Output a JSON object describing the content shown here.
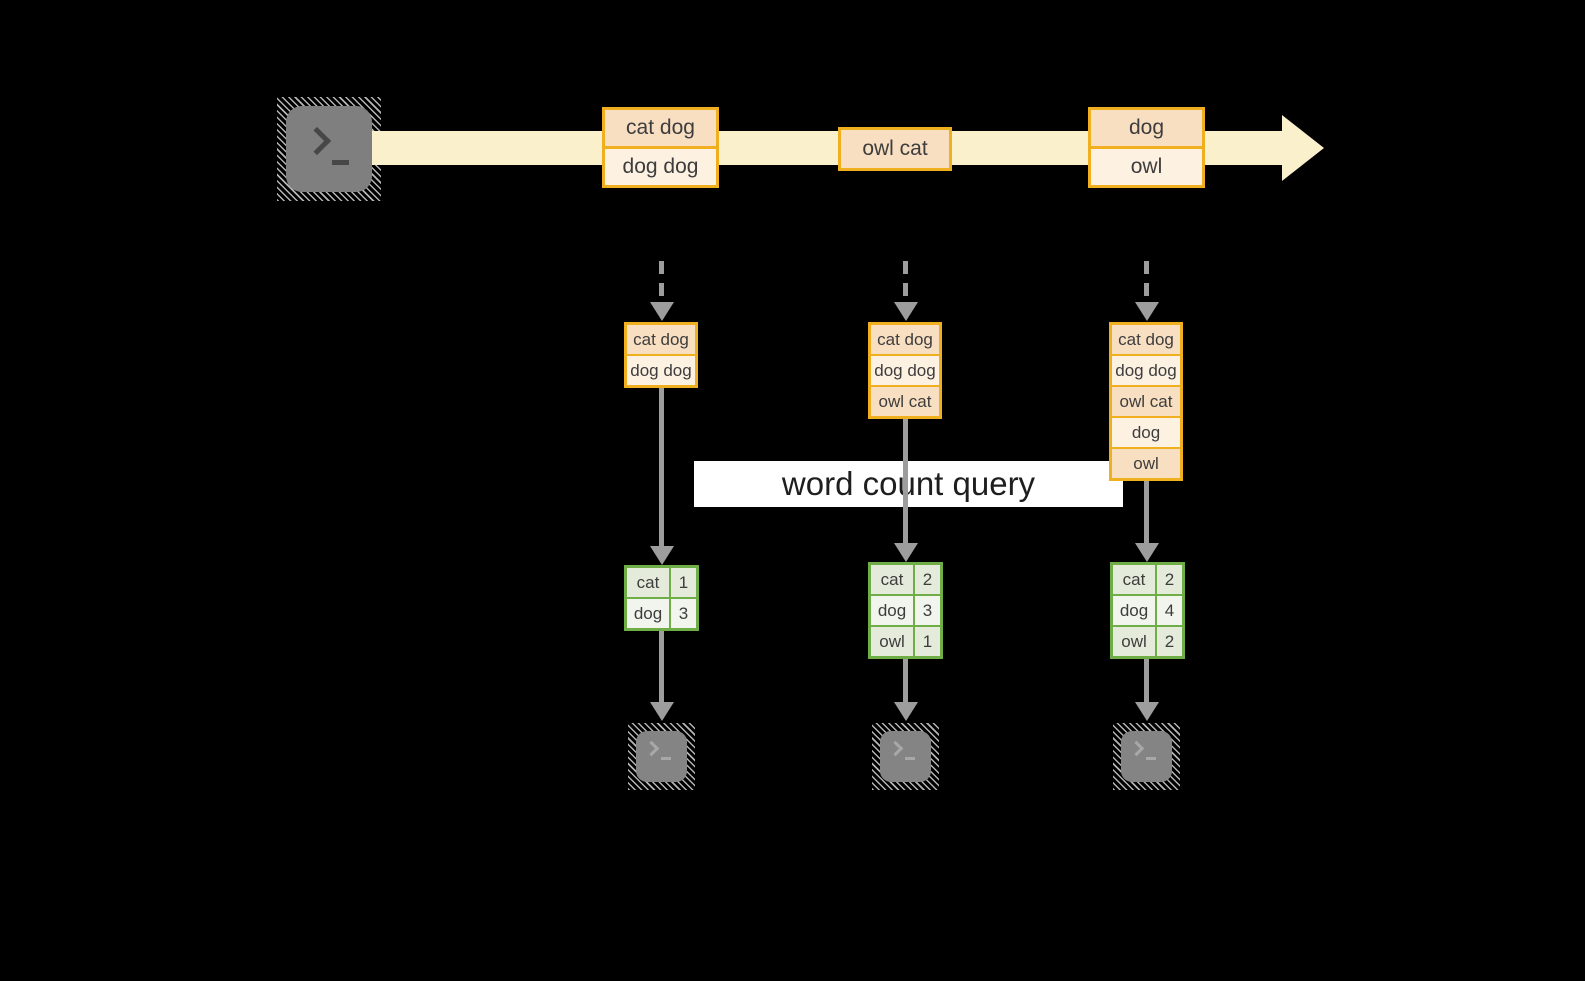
{
  "query_label": "word count query",
  "source": {
    "icon": "terminal-icon"
  },
  "sink": {
    "icon": "terminal-icon"
  },
  "colors": {
    "background": "#000000",
    "stream_band": "#faf0cc",
    "event_border": "#efaf1e",
    "event_fill_dark": "#f9dfc2",
    "event_fill_light": "#fdf1e2",
    "table_border": "#6fae46",
    "table_fill_dark": "#e4ebdb",
    "table_fill_light": "#f2f5ed",
    "arrow_gray": "#9d9d9d",
    "terminal_gray": "#7f7f7f",
    "query_band_bg": "#ffffff"
  },
  "timeline": {
    "events": [
      {
        "lines": [
          "cat dog",
          "dog dog"
        ]
      },
      {
        "lines": [
          "owl cat"
        ]
      },
      {
        "lines": [
          "dog",
          "owl"
        ]
      }
    ]
  },
  "columns": [
    {
      "state": [
        "cat dog",
        "dog dog"
      ],
      "counts": [
        {
          "word": "cat",
          "count": "1"
        },
        {
          "word": "dog",
          "count": "3"
        }
      ]
    },
    {
      "state": [
        "cat dog",
        "dog dog",
        "owl cat"
      ],
      "counts": [
        {
          "word": "cat",
          "count": "2"
        },
        {
          "word": "dog",
          "count": "3"
        },
        {
          "word": "owl",
          "count": "1"
        }
      ]
    },
    {
      "state": [
        "cat dog",
        "dog dog",
        "owl cat",
        "dog",
        "owl"
      ],
      "counts": [
        {
          "word": "cat",
          "count": "2"
        },
        {
          "word": "dog",
          "count": "4"
        },
        {
          "word": "owl",
          "count": "2"
        }
      ]
    }
  ]
}
